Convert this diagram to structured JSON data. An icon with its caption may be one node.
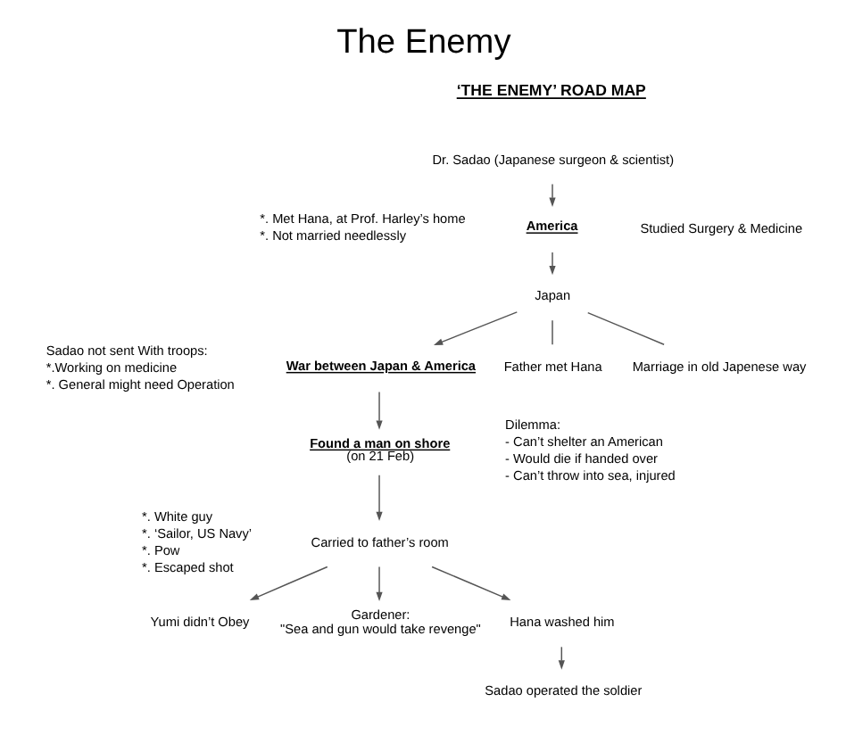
{
  "diagram": {
    "title": "The Enemy",
    "nodes": [
      {
        "text": [
          "Dr. Sadao (Japanese surgeon & scientist)"
        ]
      },
      {
        "text": [
          "America"
        ]
      },
      {
        "text": [
          "Japan"
        ]
      },
      {
        "text": [
          "Father met Hana"
        ]
      },
      {
        "text": [
          "Marriage in old Japenese way"
        ]
      },
      {
        "text": [
          "War between Japan & America"
        ]
      },
      {
        "text": [
          "Found a man on shore",
          "(on 21 Feb)"
        ]
      },
      {
        "text": [
          "Carried to father’s room"
        ]
      },
      {
        "text": [
          "Yumi didn’t Obey"
        ]
      },
      {
        "text": [
          "Gardener:",
          "\"Sea and gun would take revenge\""
        ]
      },
      {
        "text": [
          "Hana washed him"
        ]
      },
      {
        "text": [
          "Sadao operated the soldier"
        ]
      }
    ],
    "edges": [
      {
        "from": 0,
        "to": 1,
        "arrow": "to"
      },
      {
        "from": 1,
        "to": 2,
        "arrow": "to"
      },
      {
        "from": 2,
        "to": 3,
        "arrow": "none"
      },
      {
        "from": 2,
        "to": 4,
        "arrow": "none"
      },
      {
        "from": 2,
        "to": 5,
        "arrow": "to"
      },
      {
        "from": 5,
        "to": 6,
        "arrow": "to"
      },
      {
        "from": 6,
        "to": 7,
        "arrow": "to"
      },
      {
        "from": 7,
        "to": 8,
        "arrow": "to"
      },
      {
        "from": 7,
        "to": 9,
        "arrow": "to"
      },
      {
        "from": 7,
        "to": 10,
        "arrow": "to"
      },
      {
        "from": 10,
        "to": 11,
        "arrow": "to"
      }
    ],
    "labels": [
      "‘THE ENEMY’ ROAD MAP",
      "*. Met Hana, at Prof. Harley’s home",
      "*. Not married needlessly",
      "Studied Surgery & Medicine",
      "Sadao not sent With troops:",
      "*.Working on medicine",
      "*. General might need Operation",
      "Dilemma:",
      "- Can’t shelter an American",
      "- Would die if handed over",
      "- Can’t throw into sea, injured",
      "*. White guy",
      "*. ‘Sailor, US Navy’",
      "*. Pow",
      "*. Escaped shot"
    ]
  }
}
